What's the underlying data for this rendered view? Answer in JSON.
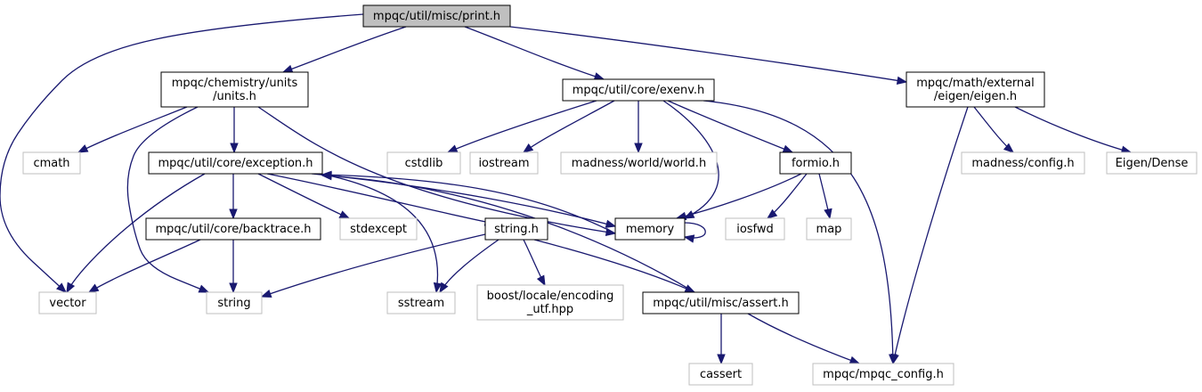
{
  "graph": {
    "title": "",
    "colors": {
      "edge": "#191970",
      "root_fill": "#bfbfbf",
      "documented_border": "#000000",
      "external_border": "#bfbfbf",
      "text": "#000000"
    },
    "nodes": [
      {
        "id": "print",
        "lines": [
          "mpqc/util/misc/print.h"
        ],
        "kind": "root"
      },
      {
        "id": "units",
        "lines": [
          "mpqc/chemistry/units",
          "/units.h"
        ],
        "kind": "documented"
      },
      {
        "id": "exenv",
        "lines": [
          "mpqc/util/core/exenv.h"
        ],
        "kind": "documented"
      },
      {
        "id": "eigen",
        "lines": [
          "mpqc/math/external",
          "/eigen/eigen.h"
        ],
        "kind": "documented"
      },
      {
        "id": "cmath",
        "lines": [
          "cmath"
        ],
        "kind": "external"
      },
      {
        "id": "exception",
        "lines": [
          "mpqc/util/core/exception.h"
        ],
        "kind": "documented"
      },
      {
        "id": "cstdlib",
        "lines": [
          "cstdlib"
        ],
        "kind": "external"
      },
      {
        "id": "iostream",
        "lines": [
          "iostream"
        ],
        "kind": "external"
      },
      {
        "id": "world",
        "lines": [
          "madness/world/world.h"
        ],
        "kind": "external"
      },
      {
        "id": "formio",
        "lines": [
          "formio.h"
        ],
        "kind": "documented"
      },
      {
        "id": "madconfig",
        "lines": [
          "madness/config.h"
        ],
        "kind": "external"
      },
      {
        "id": "eigendense",
        "lines": [
          "Eigen/Dense"
        ],
        "kind": "external"
      },
      {
        "id": "backtrace",
        "lines": [
          "mpqc/util/core/backtrace.h"
        ],
        "kind": "documented"
      },
      {
        "id": "stdexcept",
        "lines": [
          "stdexcept"
        ],
        "kind": "external"
      },
      {
        "id": "stringh",
        "lines": [
          "string.h"
        ],
        "kind": "documented"
      },
      {
        "id": "memory",
        "lines": [
          "memory"
        ],
        "kind": "documented"
      },
      {
        "id": "iosfwd",
        "lines": [
          "iosfwd"
        ],
        "kind": "external"
      },
      {
        "id": "map",
        "lines": [
          "map"
        ],
        "kind": "external"
      },
      {
        "id": "vector",
        "lines": [
          "vector"
        ],
        "kind": "external"
      },
      {
        "id": "string",
        "lines": [
          "string"
        ],
        "kind": "external"
      },
      {
        "id": "sstream",
        "lines": [
          "sstream"
        ],
        "kind": "external"
      },
      {
        "id": "boostutf",
        "lines": [
          "boost/locale/encoding",
          "_utf.hpp"
        ],
        "kind": "external"
      },
      {
        "id": "assert",
        "lines": [
          "mpqc/util/misc/assert.h"
        ],
        "kind": "documented"
      },
      {
        "id": "cassert",
        "lines": [
          "cassert"
        ],
        "kind": "external"
      },
      {
        "id": "mpqcconfig",
        "lines": [
          "mpqc/mpqc_config.h"
        ],
        "kind": "external"
      }
    ],
    "edges": [
      {
        "from": "print",
        "to": "units"
      },
      {
        "from": "print",
        "to": "exenv"
      },
      {
        "from": "print",
        "to": "eigen"
      },
      {
        "from": "print",
        "to": "vector"
      },
      {
        "from": "units",
        "to": "cmath"
      },
      {
        "from": "units",
        "to": "exception"
      },
      {
        "from": "units",
        "to": "string"
      },
      {
        "from": "units",
        "to": "memory"
      },
      {
        "from": "exenv",
        "to": "cstdlib"
      },
      {
        "from": "exenv",
        "to": "iostream"
      },
      {
        "from": "exenv",
        "to": "world"
      },
      {
        "from": "exenv",
        "to": "formio"
      },
      {
        "from": "exenv",
        "to": "memory"
      },
      {
        "from": "exenv",
        "to": "mpqcconfig"
      },
      {
        "from": "eigen",
        "to": "madconfig"
      },
      {
        "from": "eigen",
        "to": "eigendense"
      },
      {
        "from": "eigen",
        "to": "mpqcconfig"
      },
      {
        "from": "exception",
        "to": "backtrace"
      },
      {
        "from": "exception",
        "to": "stdexcept"
      },
      {
        "from": "exception",
        "to": "stringh"
      },
      {
        "from": "exception",
        "to": "memory"
      },
      {
        "from": "exception",
        "to": "vector"
      },
      {
        "from": "exception",
        "to": "sstream"
      },
      {
        "from": "formio",
        "to": "memory"
      },
      {
        "from": "formio",
        "to": "iosfwd"
      },
      {
        "from": "formio",
        "to": "map"
      },
      {
        "from": "backtrace",
        "to": "vector"
      },
      {
        "from": "backtrace",
        "to": "string"
      },
      {
        "from": "stringh",
        "to": "string"
      },
      {
        "from": "stringh",
        "to": "sstream"
      },
      {
        "from": "stringh",
        "to": "boostutf"
      },
      {
        "from": "stringh",
        "to": "assert"
      },
      {
        "from": "memory",
        "to": "memory"
      },
      {
        "from": "memory",
        "to": "exception"
      },
      {
        "from": "assert",
        "to": "exception"
      },
      {
        "from": "assert",
        "to": "cassert"
      },
      {
        "from": "assert",
        "to": "mpqcconfig"
      }
    ]
  }
}
